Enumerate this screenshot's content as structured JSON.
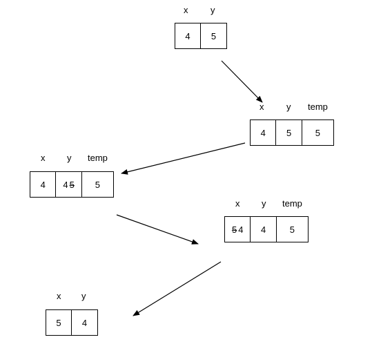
{
  "states": [
    {
      "headers": [
        "x",
        "y"
      ],
      "values": [
        {
          "current": "4"
        },
        {
          "current": "5"
        }
      ]
    },
    {
      "headers": [
        "x",
        "y",
        "temp"
      ],
      "values": [
        {
          "current": "4"
        },
        {
          "current": "5"
        },
        {
          "current": "5"
        }
      ]
    },
    {
      "headers": [
        "x",
        "y",
        "temp"
      ],
      "values": [
        {
          "current": "4"
        },
        {
          "current": "4",
          "old": "5"
        },
        {
          "current": "5"
        }
      ]
    },
    {
      "headers": [
        "x",
        "y",
        "temp"
      ],
      "values": [
        {
          "current": "4",
          "old": "5"
        },
        {
          "current": "4"
        },
        {
          "current": "5"
        }
      ]
    },
    {
      "headers": [
        "x",
        "y"
      ],
      "values": [
        {
          "current": "5"
        },
        {
          "current": "4"
        }
      ]
    }
  ]
}
